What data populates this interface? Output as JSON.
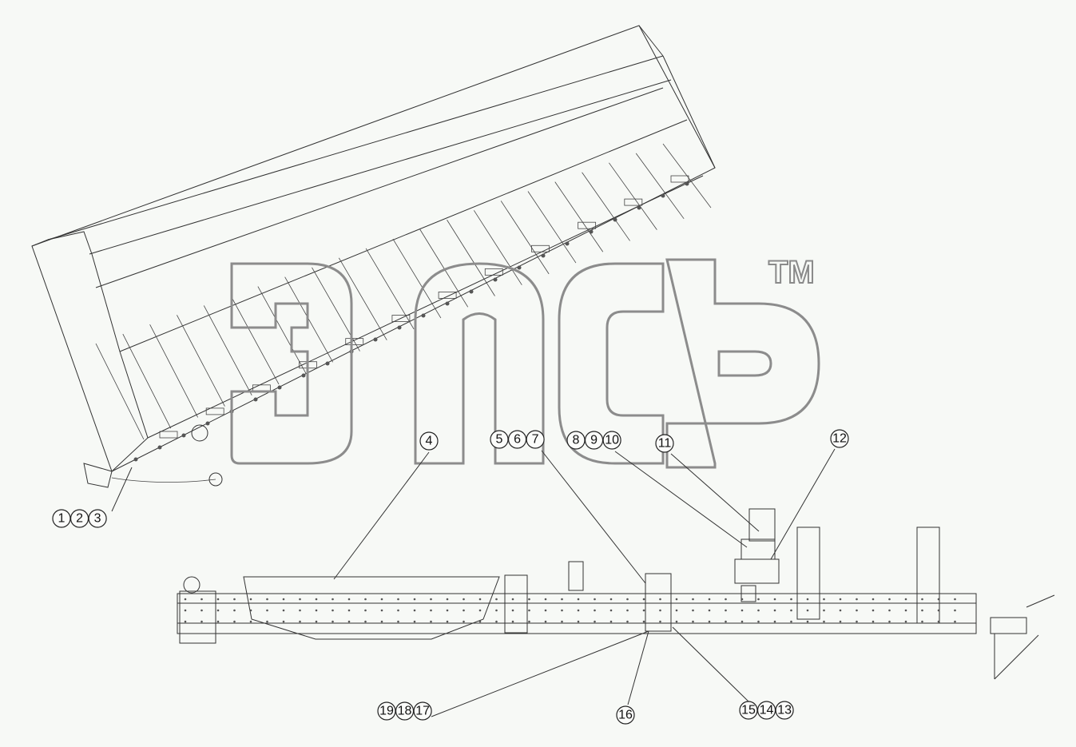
{
  "watermark": {
    "trademark": "TM"
  },
  "callouts": [
    {
      "id": "c1",
      "labels": [
        "1",
        "2",
        "3"
      ]
    },
    {
      "id": "c4",
      "labels": [
        "4"
      ]
    },
    {
      "id": "c5",
      "labels": [
        "5",
        "6",
        "7"
      ]
    },
    {
      "id": "c8",
      "labels": [
        "8",
        "9",
        "10"
      ]
    },
    {
      "id": "c11",
      "labels": [
        "11"
      ]
    },
    {
      "id": "c12",
      "labels": [
        "12"
      ]
    },
    {
      "id": "c13",
      "labels": [
        "15",
        "14",
        "13"
      ]
    },
    {
      "id": "c16",
      "labels": [
        "16"
      ]
    },
    {
      "id": "c17",
      "labels": [
        "19",
        "18",
        "17"
      ]
    }
  ]
}
